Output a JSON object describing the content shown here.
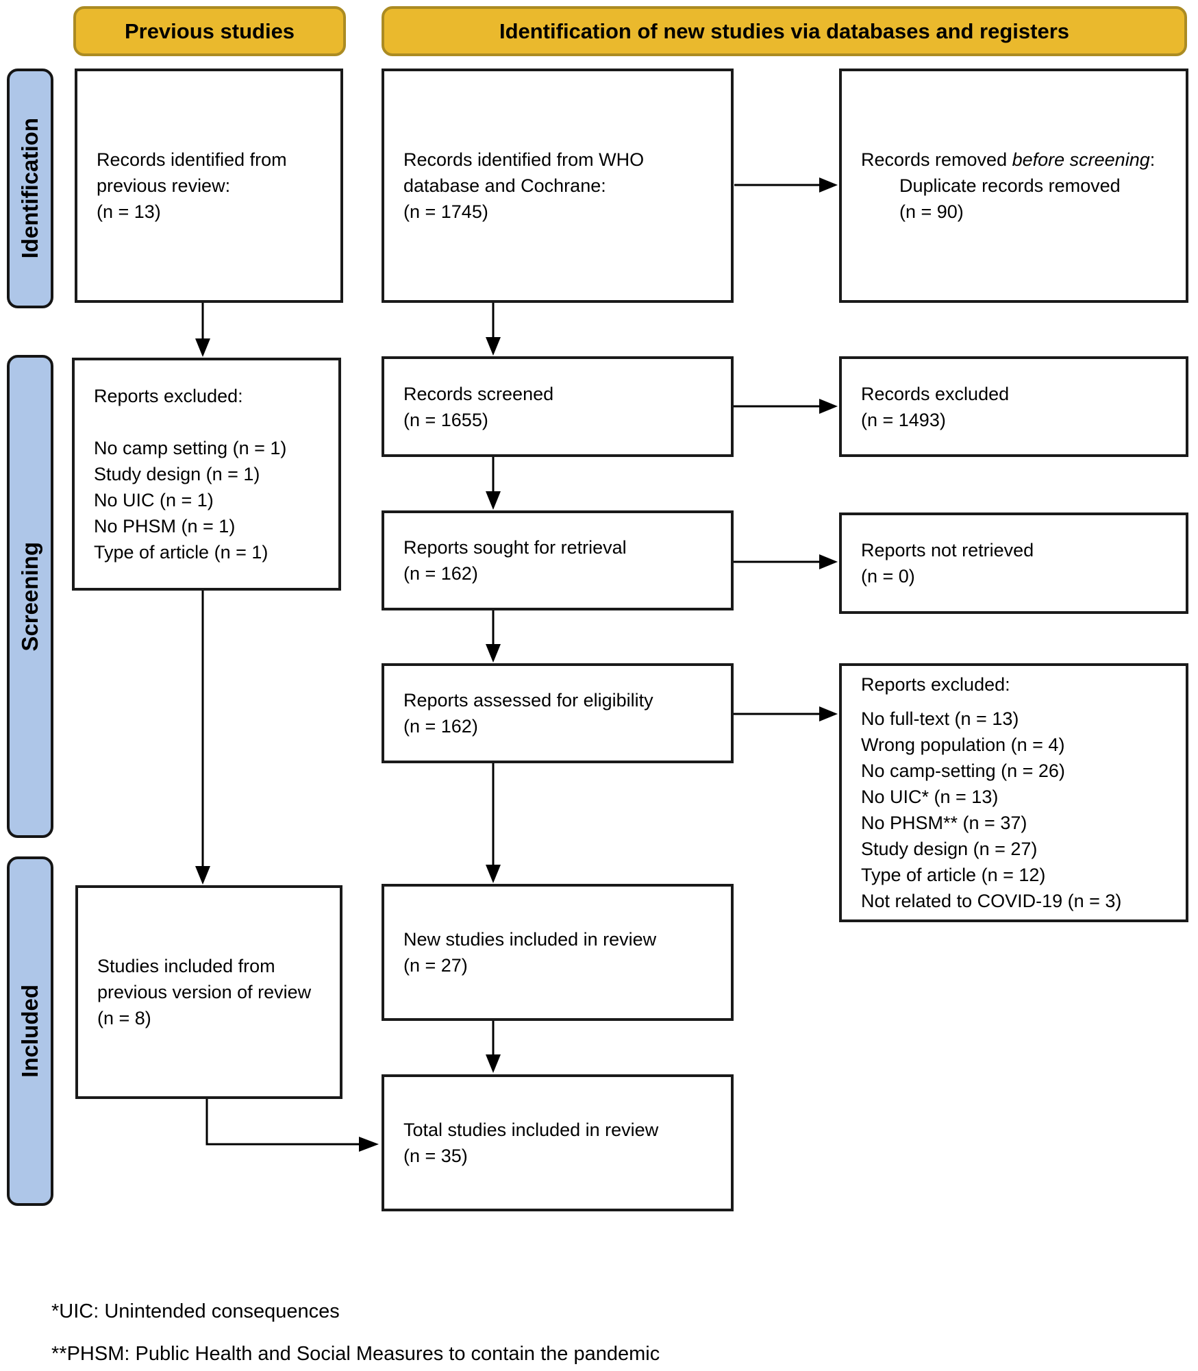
{
  "headers": {
    "previous": "Previous studies",
    "new_studies": "Identification of new studies via databases and registers"
  },
  "side_labels": {
    "identification": "Identification",
    "screening": "Screening",
    "included": "Included"
  },
  "boxes": {
    "prev_identified": {
      "text": "Records identified from previous review:",
      "count": "(n = 13)"
    },
    "prev_excluded": {
      "title": "Reports excluded:",
      "items": [
        "No camp setting (n = 1)",
        "Study design (n = 1)",
        "No UIC (n = 1)",
        "No PHSM (n = 1)",
        "Type of article (n = 1)"
      ]
    },
    "prev_included": {
      "text": "Studies included from previous version of review (n = 8)"
    },
    "db_identified": {
      "text": "Records identified from WHO database and Cochrane:",
      "count": "(n = 1745)"
    },
    "records_screened": {
      "text": "Records screened",
      "count": "(n = 1655)"
    },
    "reports_sought": {
      "text": "Reports sought for retrieval",
      "count": "(n = 162)"
    },
    "reports_assessed": {
      "text": "Reports assessed for eligibility",
      "count": "(n = 162)"
    },
    "new_included": {
      "text": "New studies included in review",
      "count": "(n = 27)"
    },
    "total_included": {
      "text": "Total studies included in review",
      "count": "(n = 35)"
    },
    "records_removed": {
      "prefix": "Records removed ",
      "italic": "before screening",
      "suffix": ":",
      "detail": "Duplicate records removed",
      "detail_count": "(n = 90)"
    },
    "records_excluded": {
      "text": "Records excluded",
      "count": "(n = 1493)"
    },
    "reports_not_retrieved": {
      "text": "Reports not retrieved",
      "count": "(n = 0)"
    },
    "fulltext_excluded": {
      "title": "Reports excluded:",
      "items": [
        "No full-text (n = 13)",
        "Wrong population (n = 4)",
        "No camp-setting (n = 26)",
        "No UIC* (n = 13)",
        "No PHSM** (n = 37)",
        "Study design (n = 27)",
        "Type of article (n = 12)",
        "Not related to COVID-19 (n = 3)"
      ]
    }
  },
  "footnotes": {
    "uic": "*UIC: Unintended consequences",
    "phsm": "**PHSM: Public Health and Social Measures to contain the pandemic"
  },
  "colors": {
    "header_fill": "#eab92d",
    "header_border": "#ab8b22",
    "side_fill": "#aec6e8",
    "box_border": "#1a1a1a",
    "arrow": "#000000"
  }
}
